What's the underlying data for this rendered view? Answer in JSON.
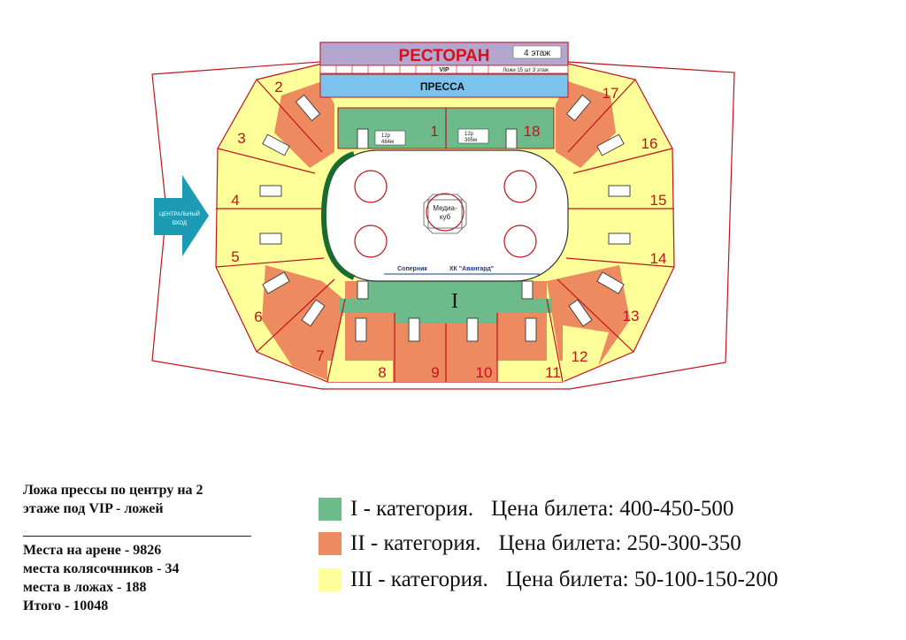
{
  "colors": {
    "cat1": "#6dbb8b",
    "cat2": "#ee8a60",
    "cat3": "#ffff99",
    "outline": "#c0141c",
    "press": "#79c3ee",
    "restaurant": "#b4a6cf",
    "entrance": "#1e9bb4",
    "rink_border": "#1a6b32"
  },
  "map": {
    "restaurant": "РЕСТОРАН",
    "floor4": "4 этаж",
    "vip": "VIP",
    "boxes": "Ложи 15 шт 3 этаж",
    "press": "ПРЕССА",
    "entrance_line1": "ЦЕНТРАЛЬНЫЙ",
    "entrance_line2": "ВХОД",
    "box_left_1": "12р",
    "box_left_2": "484м",
    "box_right_1": "12р",
    "box_right_2": "395м",
    "media_1": "Медиа-",
    "media_2": "куб",
    "bench_visitor": "Соперник",
    "bench_home": "ХК \"Авангард\"",
    "category_mark": "I",
    "sectors": {
      "s1": "1",
      "s2": "2",
      "s3": "3",
      "s4": "4",
      "s5": "5",
      "s6": "6",
      "s7": "7",
      "s8": "8",
      "s9": "9",
      "s10": "10",
      "s11": "11",
      "s12": "12",
      "s13": "13",
      "s14": "14",
      "s15": "15",
      "s16": "16",
      "s17": "17",
      "s18": "18"
    }
  },
  "notes": {
    "press_line1": "Ложа прессы по центру на 2",
    "press_line2": "этаже под VIP - ложей",
    "arena_seats": "Места на арене - 9826",
    "wheelchair": "места колясочников - 34",
    "box_seats": "места в ложах - 188",
    "total": "Итого - 10048"
  },
  "legend": [
    {
      "category": "I - категория.",
      "price": "Цена билета: 400-450-500",
      "color": "#6dbb8b"
    },
    {
      "category": "II - категория.",
      "price": "Цена билета: 250-300-350",
      "color": "#ee8a60"
    },
    {
      "category": "III - категория.",
      "price": "Цена билета: 50-100-150-200",
      "color": "#ffff99"
    }
  ]
}
